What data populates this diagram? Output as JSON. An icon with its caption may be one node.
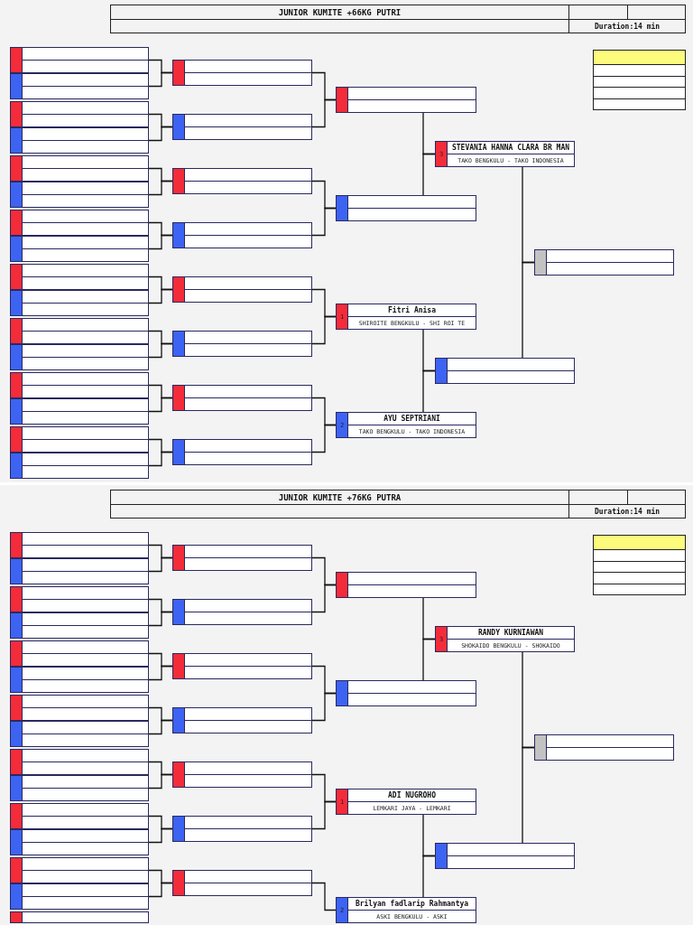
{
  "diagram": {
    "nodes": [
      {
        "text": [
          "JUNIOR KUMITE +66KG PUTRI",
          "Duration:14 min"
        ]
      },
      {
        "text": [],
        "shape": "box",
        "in": 0
      },
      {
        "text": [],
        "shape": "box",
        "in": 0
      },
      {
        "text": [],
        "shape": "box",
        "in": 0
      },
      {
        "text": [],
        "shape": "box",
        "in": 0
      },
      {
        "text": [],
        "shape": "box",
        "in": 0
      },
      {
        "text": [],
        "shape": "box",
        "in": 0
      },
      {
        "text": [],
        "shape": "box",
        "in": 0
      },
      {
        "text": [],
        "shape": "box",
        "in": 0
      },
      {
        "text": [],
        "shape": "box",
        "in": 0
      },
      {
        "text": [],
        "shape": "box",
        "in": 0
      },
      {
        "text": [],
        "shape": "box",
        "in": 0
      },
      {
        "text": [],
        "shape": "box",
        "in": 0
      },
      {
        "text": [],
        "shape": "box",
        "in": 0
      },
      {
        "text": [],
        "shape": "box",
        "in": 0
      },
      {
        "text": [],
        "shape": "box",
        "in": 0
      },
      {
        "text": [],
        "shape": "box",
        "in": 0
      },
      {
        "text": [],
        "shape": "box",
        "in": 0
      },
      {
        "text": [],
        "shape": "box",
        "in": 0
      },
      {
        "text": [],
        "shape": "box",
        "in": 0
      },
      {
        "text": [],
        "shape": "box",
        "in": 0
      },
      {
        "text": [],
        "shape": "box",
        "in": 0
      },
      {
        "text": [],
        "shape": "box",
        "in": 0
      },
      {
        "text": [],
        "shape": "box",
        "in": 0
      },
      {
        "text": [],
        "shape": "box",
        "in": 0
      },
      {
        "text": [],
        "shape": "box",
        "in": 0
      },
      {
        "text": [],
        "shape": "box",
        "in": 0
      },
      {
        "text": [
          "1",
          "Fitri Anisa",
          "SHIROITE BENGKULU - SHI ROI TE"
        ],
        "in": 0
      },
      {
        "text": [
          "2",
          "AYU SEPTRIANI",
          "TAKO BENGKULU - TAKO INDONESIA"
        ],
        "in": 0
      },
      {
        "text": [
          "3",
          "STEVANIA HANNA CLARA BR MAN",
          "TAKO BENGKULU - TAKO INDONESIA"
        ],
        "in": 0
      },
      {
        "text": [],
        "shape": "box",
        "in": 0
      },
      {
        "text": [],
        "shape": "box",
        "in": 0
      },
      {
        "text": [],
        "shape": "box",
        "in": 0
      },
      {
        "text": [
          "JUNIOR KUMITE +76KG PUTRA",
          "Duration:14 min"
        ]
      },
      {
        "text": [],
        "shape": "box",
        "in": 33
      },
      {
        "text": [],
        "shape": "box",
        "in": 33
      },
      {
        "text": [],
        "shape": "box",
        "in": 33
      },
      {
        "text": [],
        "shape": "box",
        "in": 33
      },
      {
        "text": [],
        "shape": "box",
        "in": 33
      },
      {
        "text": [],
        "shape": "box",
        "in": 33
      },
      {
        "text": [],
        "shape": "box",
        "in": 33
      },
      {
        "text": [],
        "shape": "box",
        "in": 33
      },
      {
        "text": [],
        "shape": "box",
        "in": 33
      },
      {
        "text": [],
        "shape": "box",
        "in": 33
      },
      {
        "text": [],
        "shape": "box",
        "in": 33
      },
      {
        "text": [],
        "shape": "box",
        "in": 33
      },
      {
        "text": [],
        "shape": "box",
        "in": 33
      },
      {
        "text": [],
        "shape": "box",
        "in": 33
      },
      {
        "text": [],
        "shape": "box",
        "in": 33
      },
      {
        "text": [],
        "shape": "box",
        "in": 33
      },
      {
        "text": [],
        "shape": "box",
        "in": 33
      },
      {
        "text": [],
        "shape": "box",
        "in": 33
      },
      {
        "text": [],
        "shape": "box",
        "in": 33
      },
      {
        "text": [],
        "shape": "box",
        "in": 33
      },
      {
        "text": [],
        "shape": "box",
        "in": 33
      },
      {
        "text": [],
        "shape": "box",
        "in": 33
      },
      {
        "text": [],
        "shape": "box",
        "in": 33
      },
      {
        "text": [],
        "shape": "box",
        "in": 33
      },
      {
        "text": [
          "1",
          "ADI NUGROHO",
          "LEMKARI JAYA - LEMKARI"
        ],
        "in": 33
      },
      {
        "text": [
          "2",
          "Brilyan fadlarip Rahmantya",
          "ASKI BENGKULU - ASKI"
        ],
        "in": 33
      },
      {
        "text": [
          "3",
          "RANDY KURNIAWAN",
          "SHOKAIDO BENGKULU - SHOKAIDO"
        ],
        "in": 33
      },
      {
        "text": [],
        "shape": "box",
        "in": 33
      },
      {
        "text": [],
        "shape": "box",
        "in": 33
      },
      {
        "text": [],
        "shape": "box",
        "in": 33
      }
    ],
    "edges": [
      {
        "from": 1,
        "to": 17,
        "arrow": "none"
      },
      {
        "from": 2,
        "to": 17,
        "arrow": "none"
      },
      {
        "from": 3,
        "to": 18,
        "arrow": "none"
      },
      {
        "from": 4,
        "to": 18,
        "arrow": "none"
      },
      {
        "from": 5,
        "to": 19,
        "arrow": "none"
      },
      {
        "from": 6,
        "to": 19,
        "arrow": "none"
      },
      {
        "from": 7,
        "to": 20,
        "arrow": "none"
      },
      {
        "from": 8,
        "to": 20,
        "arrow": "none"
      },
      {
        "from": 9,
        "to": 21,
        "arrow": "none"
      },
      {
        "from": 10,
        "to": 21,
        "arrow": "none"
      },
      {
        "from": 11,
        "to": 22,
        "arrow": "none"
      },
      {
        "from": 12,
        "to": 22,
        "arrow": "none"
      },
      {
        "from": 13,
        "to": 23,
        "arrow": "none"
      },
      {
        "from": 14,
        "to": 23,
        "arrow": "none"
      },
      {
        "from": 15,
        "to": 24,
        "arrow": "none"
      },
      {
        "from": 16,
        "to": 24,
        "arrow": "none"
      },
      {
        "from": 17,
        "to": 25,
        "arrow": "none"
      },
      {
        "from": 18,
        "to": 25,
        "arrow": "none"
      },
      {
        "from": 19,
        "to": 26,
        "arrow": "none"
      },
      {
        "from": 20,
        "to": 26,
        "arrow": "none"
      },
      {
        "from": 21,
        "to": 27,
        "arrow": "none"
      },
      {
        "from": 22,
        "to": 27,
        "arrow": "none"
      },
      {
        "from": 23,
        "to": 28,
        "arrow": "none"
      },
      {
        "from": 24,
        "to": 28,
        "arrow": "none"
      },
      {
        "from": 25,
        "to": 29,
        "arrow": "none"
      },
      {
        "from": 26,
        "to": 29,
        "arrow": "none"
      },
      {
        "from": 27,
        "to": 30,
        "arrow": "none"
      },
      {
        "from": 28,
        "to": 30,
        "arrow": "none"
      },
      {
        "from": 29,
        "to": 31,
        "arrow": "none"
      },
      {
        "from": 30,
        "to": 31,
        "arrow": "none"
      },
      {
        "from": 34,
        "to": 49,
        "arrow": "none"
      },
      {
        "from": 35,
        "to": 49,
        "arrow": "none"
      },
      {
        "from": 36,
        "to": 50,
        "arrow": "none"
      },
      {
        "from": 37,
        "to": 50,
        "arrow": "none"
      },
      {
        "from": 38,
        "to": 51,
        "arrow": "none"
      },
      {
        "from": 39,
        "to": 51,
        "arrow": "none"
      },
      {
        "from": 40,
        "to": 52,
        "arrow": "none"
      },
      {
        "from": 41,
        "to": 52,
        "arrow": "none"
      },
      {
        "from": 42,
        "to": 53,
        "arrow": "none"
      },
      {
        "from": 43,
        "to": 53,
        "arrow": "none"
      },
      {
        "from": 44,
        "to": 54,
        "arrow": "none"
      },
      {
        "from": 45,
        "to": 54,
        "arrow": "none"
      },
      {
        "from": 46,
        "to": 55,
        "arrow": "none"
      },
      {
        "from": 47,
        "to": 55,
        "arrow": "none"
      },
      {
        "from": 49,
        "to": 56,
        "arrow": "none"
      },
      {
        "from": 50,
        "to": 56,
        "arrow": "none"
      },
      {
        "from": 51,
        "to": 57,
        "arrow": "none"
      },
      {
        "from": 52,
        "to": 57,
        "arrow": "none"
      },
      {
        "from": 53,
        "to": 58,
        "arrow": "none"
      },
      {
        "from": 54,
        "to": 58,
        "arrow": "none"
      },
      {
        "from": 55,
        "to": 59,
        "arrow": "none"
      },
      {
        "from": 56,
        "to": 60,
        "arrow": "none"
      },
      {
        "from": 57,
        "to": 60,
        "arrow": "none"
      },
      {
        "from": 58,
        "to": 61,
        "arrow": "none"
      },
      {
        "from": 59,
        "to": 61,
        "arrow": "none"
      },
      {
        "from": 60,
        "to": 62,
        "arrow": "none"
      },
      {
        "from": 61,
        "to": 62,
        "arrow": "none"
      }
    ]
  }
}
